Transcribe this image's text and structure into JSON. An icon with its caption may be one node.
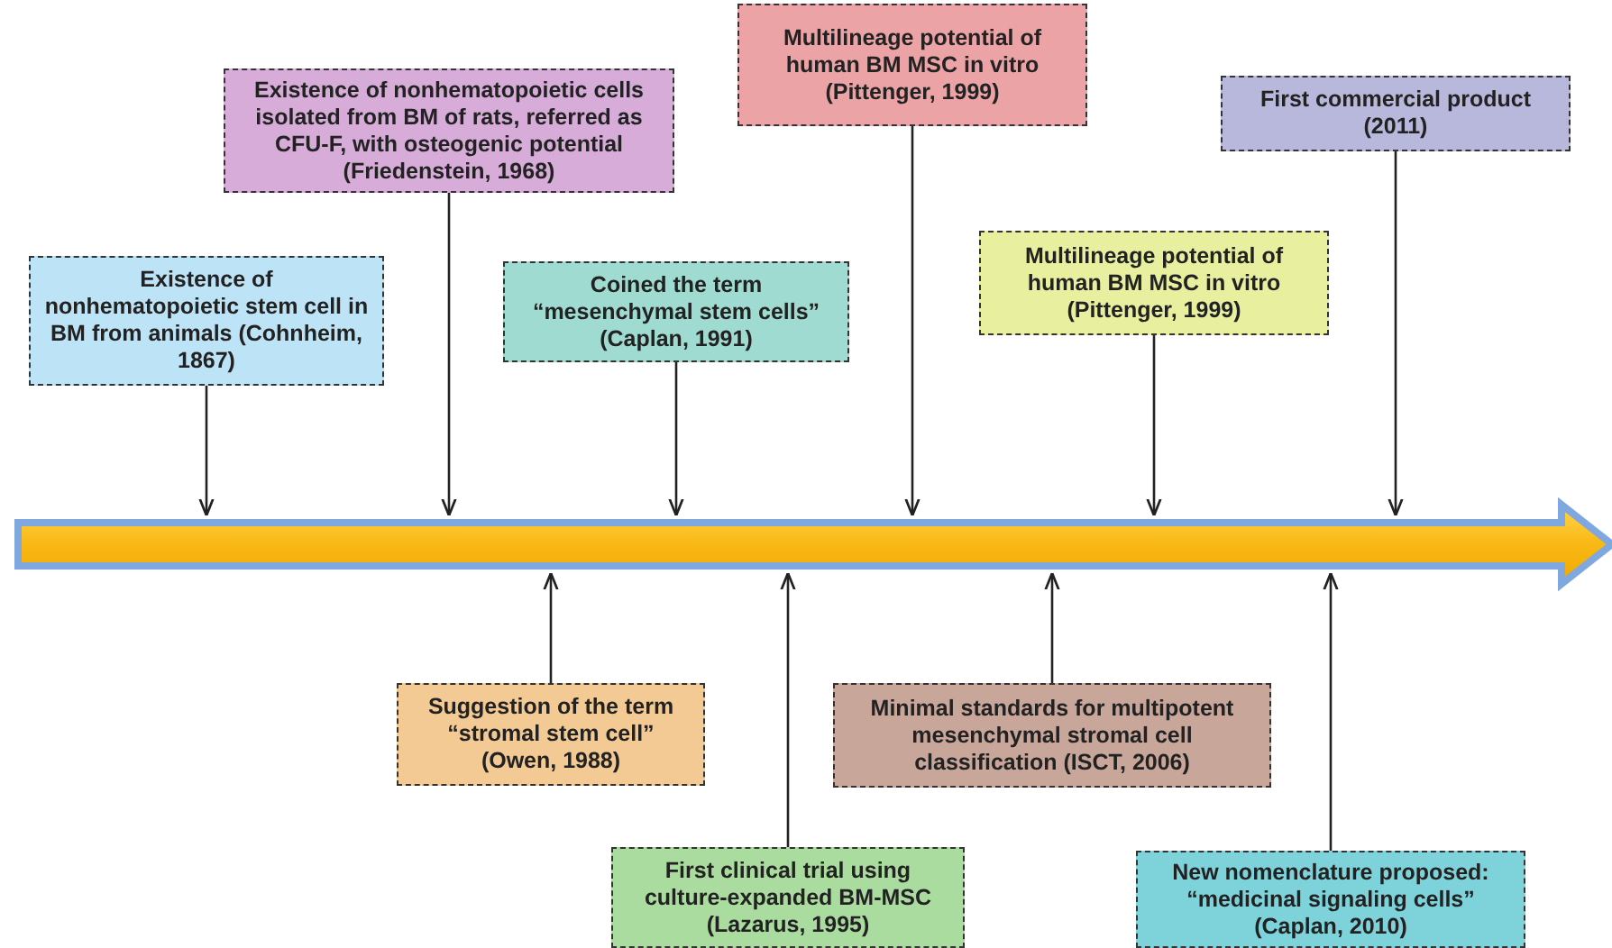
{
  "diagram": {
    "nodes": [
      {
        "text": [],
        "shape": "arrow"
      },
      {
        "text": [
          "Existence of nonhematopoietic stem cell in BM from animals (Cohnheim, 1867)"
        ]
      },
      {
        "text": [
          "Existence of nonhematopoietic cells isolated from BM of rats, referred as CFU-F, with osteogenic potential (Friedenstein, 1968)"
        ]
      },
      {
        "text": [
          "Coined the term “mesenchymal stem cells” (Caplan, 1991)"
        ]
      },
      {
        "text": [
          "Multilineage potential of human BM MSC in vitro (Pittenger, 1999)"
        ]
      },
      {
        "text": [
          "Multilineage potential of human BM MSC in vitro (Pittenger, 1999)"
        ]
      },
      {
        "text": [
          "First commercial product (2011)"
        ]
      },
      {
        "text": [
          "Suggestion of the term “stromal stem cell” (Owen, 1988)"
        ]
      },
      {
        "text": [
          "First clinical trial using culture-expanded BM-MSC (Lazarus, 1995)"
        ]
      },
      {
        "text": [
          "Minimal standards for multipotent mesenchymal stromal cell classification (ISCT, 2006)"
        ]
      },
      {
        "text": [
          "New nomenclature proposed: “medicinal signaling cells” (Caplan, 2010)"
        ]
      }
    ],
    "edges": [
      {
        "from": 1,
        "to": 0,
        "arrow": "to"
      },
      {
        "from": 2,
        "to": 0,
        "arrow": "to"
      },
      {
        "from": 3,
        "to": 0,
        "arrow": "to"
      },
      {
        "from": 4,
        "to": 0,
        "arrow": "to"
      },
      {
        "from": 5,
        "to": 0,
        "arrow": "to"
      },
      {
        "from": 6,
        "to": 0,
        "arrow": "to"
      },
      {
        "from": 7,
        "to": 0,
        "arrow": "to"
      },
      {
        "from": 8,
        "to": 0,
        "arrow": "to"
      },
      {
        "from": 9,
        "to": 0,
        "arrow": "to"
      },
      {
        "from": 10,
        "to": 0,
        "arrow": "to"
      }
    ]
  }
}
